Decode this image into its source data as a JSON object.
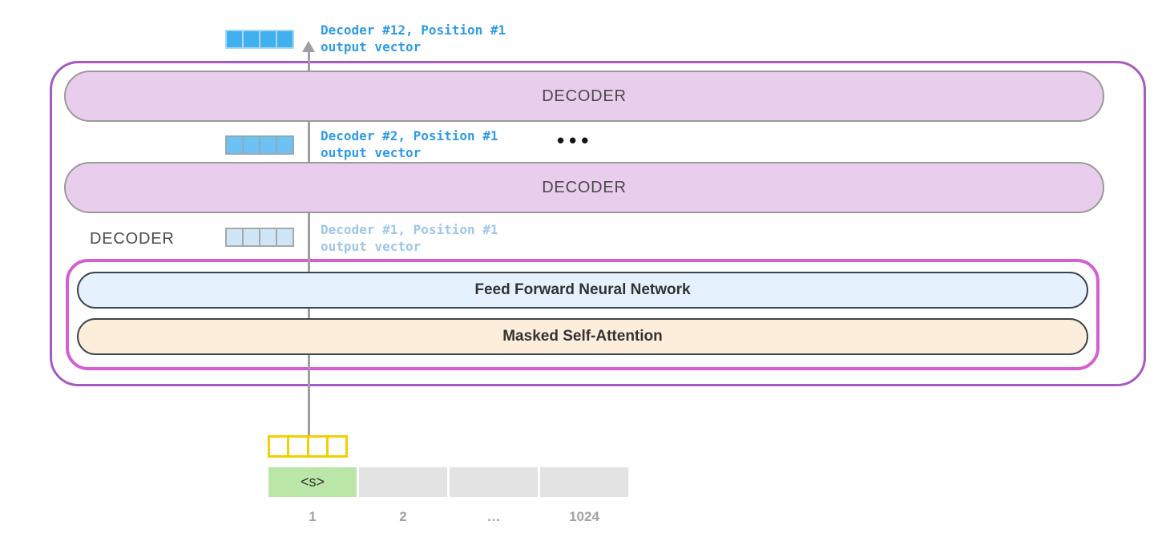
{
  "diagram": {
    "outputs": {
      "top": {
        "line1": "Decoder #12, Position #1",
        "line2": "output vector"
      },
      "mid": {
        "line1": "Decoder #2, Position #1",
        "line2": "output vector"
      },
      "bottom": {
        "line1": "Decoder #1, Position #1",
        "line2": "output vector"
      }
    },
    "stack": {
      "decoder_top": "DECODER",
      "decoder_mid": "DECODER",
      "decoder_side": "DECODER",
      "ellipsis": "•••",
      "ffnn": "Feed Forward Neural Network",
      "attention": "Masked Self-Attention"
    },
    "tokens": {
      "cells": [
        "<s>",
        "",
        "",
        ""
      ],
      "positions": [
        "1",
        "2",
        "…",
        "1024"
      ]
    },
    "colors": {
      "outer_border": "#a55bc0",
      "inner_border": "#d45fd0",
      "decoder_fill": "#e9cdec",
      "ffnn_fill": "#e5f1fd",
      "attention_fill": "#fdeedc",
      "vector_blue": "#41b0ef",
      "vector_blue_light": "#6ec1f5",
      "vector_blue_pale": "#cfe6f8",
      "vector_yellow_border": "#f2cf00",
      "token_green": "#bae7a7",
      "token_gray": "#e3e3e3",
      "label_blue": "#2e9be5",
      "label_pale": "#9fc6e8",
      "arrow_gray": "#9e9ea2"
    }
  }
}
